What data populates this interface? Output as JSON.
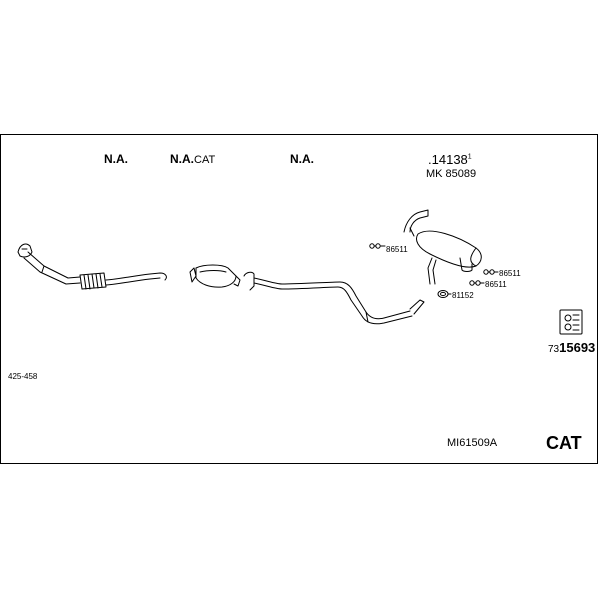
{
  "header": {
    "na_1": "N.A.",
    "na_cat_bold": "N.A.",
    "na_cat_suffix": "CAT",
    "na_3": "N.A.",
    "part_main_dot": ".",
    "part_main": "14138",
    "part_main_sup": "1",
    "mk_part": "MK 85089"
  },
  "callouts": {
    "clamp_left": "86511",
    "clamp_right_top": "86511",
    "clamp_right_bottom": "86511",
    "gasket": "81152"
  },
  "kit": {
    "prefix": "73",
    "number": "15693"
  },
  "footer": {
    "range": "425-458",
    "model_code": "MI61509A",
    "category": "CAT"
  }
}
